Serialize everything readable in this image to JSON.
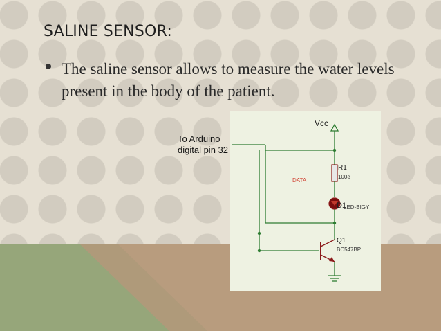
{
  "slide": {
    "title": "SALINE SENSOR:",
    "bullet": "The saline sensor allows  to measure the water levels present in the body of the patient."
  },
  "circuit": {
    "vcc_label": "Vcc",
    "arduino_label_line1": "To Arduino",
    "arduino_label_line2": "digital pin 32",
    "data_label": "DATA",
    "r1_name": "R1",
    "r1_value": "100e",
    "d1_name": "D1",
    "led_part": "LED-BIGY",
    "q1_name": "Q1",
    "q1_part": "BC547BP"
  },
  "colors": {
    "background": "#e6e0d3",
    "dots": "#d2ccc0",
    "wire": "#2e7d32",
    "component": "#8b1a1a",
    "data_label": "#d24a3a"
  }
}
